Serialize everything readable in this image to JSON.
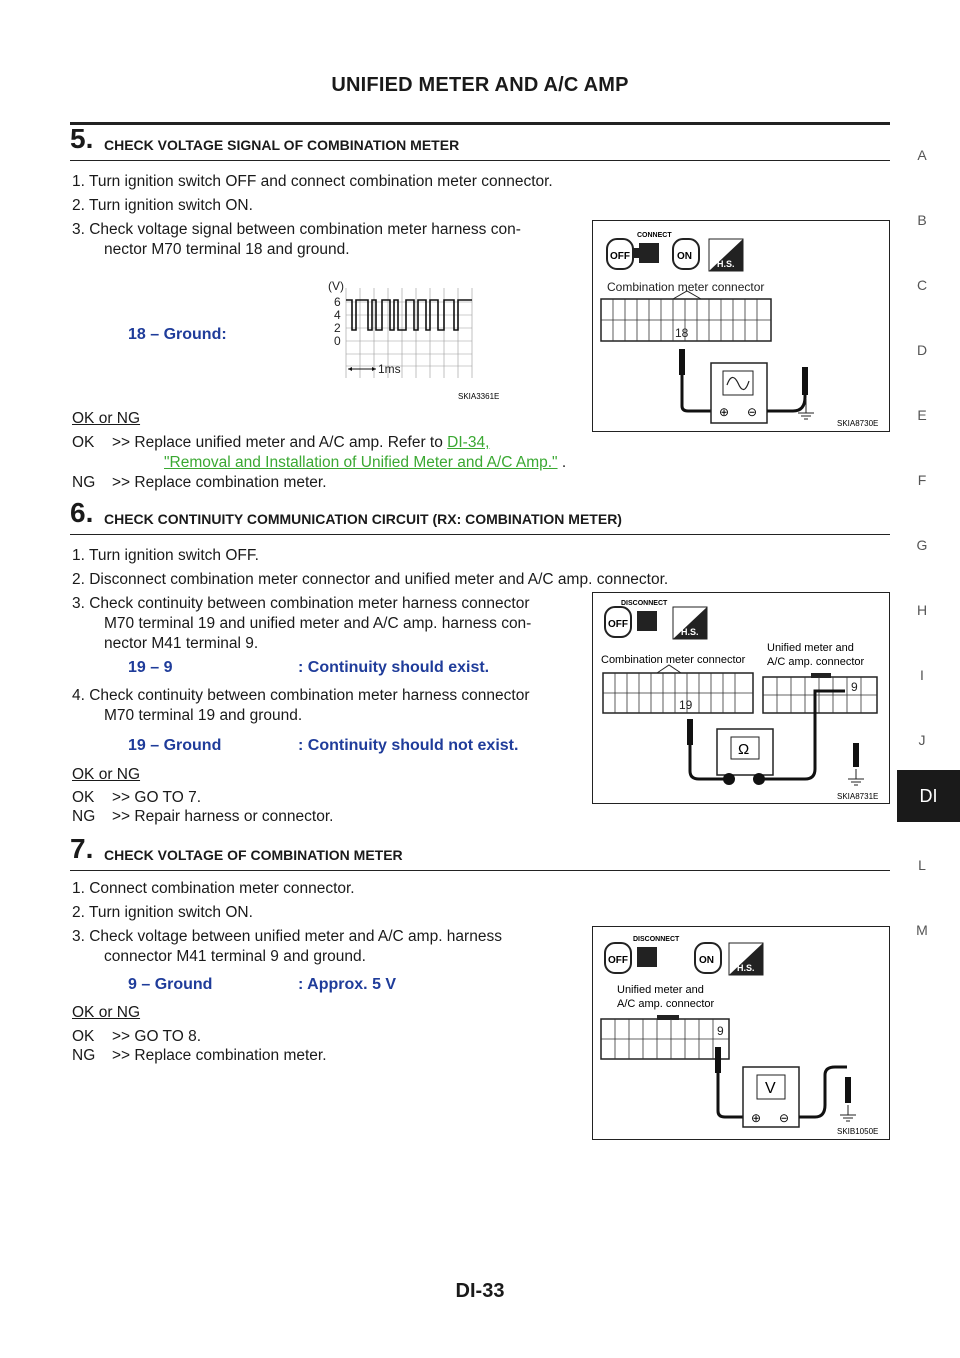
{
  "header": {
    "title": "UNIFIED METER AND A/C AMP"
  },
  "side_index": [
    "A",
    "B",
    "C",
    "D",
    "E",
    "F",
    "G",
    "H",
    "I",
    "J",
    "DI",
    "L",
    "M"
  ],
  "steps": [
    {
      "number": "5.",
      "title": "CHECK VOLTAGE SIGNAL OF COMBINATION METER",
      "instructions": [
        "1. Turn ignition switch OFF and connect combination meter connector.",
        "2. Turn ignition switch ON.",
        "3. Check voltage signal between combination meter harness con-",
        "nector M70 terminal 18 and ground."
      ],
      "spec": "18 – Ground:",
      "ok_ng": "OK or NG",
      "results": {
        "ok_label": "OK",
        "ok_text": ">> Replace unified meter and A/C amp. Refer to ",
        "ok_link1": "DI-34,",
        "ok_link2": "\"Removal and Installation of Unified Meter and A/C Amp.\"",
        "ok_tail": ".",
        "ng_label": "NG",
        "ng_text": ">> Replace combination meter."
      },
      "waveform": {
        "unit": "(V)",
        "ticks": [
          "6",
          "4",
          "2",
          "0"
        ],
        "time": "1ms",
        "caption": "SKIA3361E"
      },
      "figure": {
        "connector_label": "Combination meter connector",
        "terminal": "18",
        "badges": [
          "CONNECT",
          "OFF",
          "ON",
          "H.S."
        ],
        "caption": "SKIA8730E"
      }
    },
    {
      "number": "6.",
      "title": "CHECK CONTINUITY COMMUNICATION CIRCUIT (RX: COMBINATION METER)",
      "instructions": [
        "1. Turn ignition switch OFF.",
        "2. Disconnect combination meter connector and unified meter and A/C amp. connector.",
        "3. Check continuity between combination meter harness connector",
        "M70 terminal 19 and unified meter and A/C amp. harness con-",
        "nector M41 terminal 9.",
        "4. Check continuity between combination meter harness connector",
        "M70 terminal 19 and ground."
      ],
      "spec1_a": "19 – 9",
      "spec1_b": ": Continuity should exist.",
      "spec2_a": "19 – Ground",
      "spec2_b": ": Continuity should not exist.",
      "ok_ng": "OK or NG",
      "results": {
        "ok_label": "OK",
        "ok_text": ">> GO TO 7.",
        "ng_label": "NG",
        "ng_text": ">> Repair harness or connector."
      },
      "figure": {
        "left_connector": "Combination meter connector",
        "right_connector_1": "Unified meter and",
        "right_connector_2": "A/C amp. connector",
        "terminal_left": "19",
        "terminal_right": "9",
        "meter": "Ω",
        "badges": [
          "DISCONNECT",
          "OFF",
          "H.S."
        ],
        "caption": "SKIA8731E"
      }
    },
    {
      "number": "7.",
      "title": "CHECK VOLTAGE OF COMBINATION METER",
      "instructions": [
        "1. Connect combination meter connector.",
        "2. Turn ignition switch ON.",
        "3. Check voltage between unified meter and A/C amp. harness",
        "connector M41 terminal 9 and ground."
      ],
      "spec_a": "9 – Ground",
      "spec_b": ": Approx. 5 V",
      "ok_ng": "OK or NG",
      "results": {
        "ok_label": "OK",
        "ok_text": ">> GO TO 8.",
        "ng_label": "NG",
        "ng_text": ">> Replace combination meter."
      },
      "figure": {
        "connector_1": "Unified meter and",
        "connector_2": "A/C amp. connector",
        "terminal": "9",
        "meter": "V",
        "badges": [
          "DISCONNECT",
          "OFF",
          "ON",
          "H.S."
        ],
        "caption": "SKIB1050E"
      }
    }
  ],
  "footer": {
    "page": "DI-33"
  }
}
